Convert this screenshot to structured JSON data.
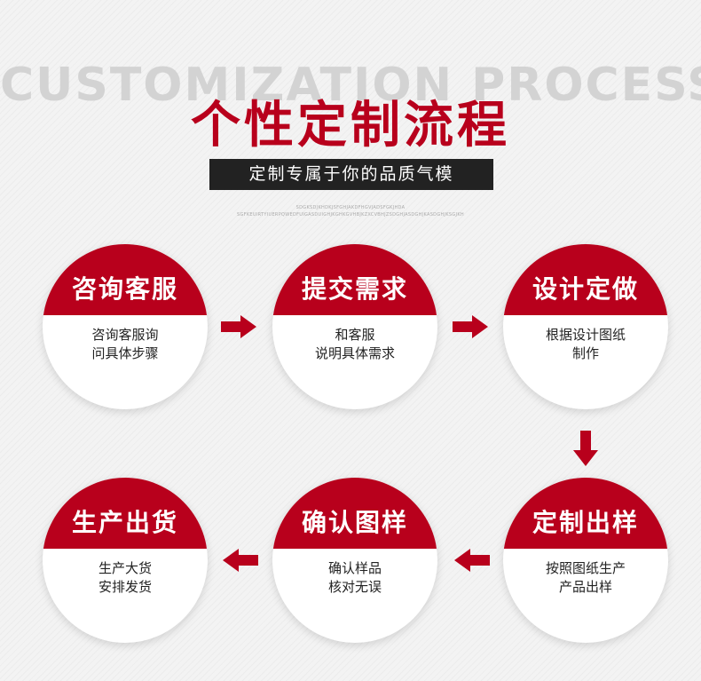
{
  "header": {
    "bg_title": "CUSTOMIZATION PROCESS",
    "title": "个性定制流程",
    "subtitle": "定制专属于你的品质气模",
    "tiny_line_1": "SDGKSDJKHDKJSFGHJAKDFHGVJADSFGKJHDA",
    "tiny_line_2": "SGFKEUIRTYIUERPQWEDFUIGASDUIGHJKGHKGVHBJKZXCVBHJZSDGHJASDGHJKASDGHJKSGJKH"
  },
  "steps": [
    {
      "title": "咨询客服",
      "desc_1": "咨询客服询",
      "desc_2": "问具体步骤"
    },
    {
      "title": "提交需求",
      "desc_1": "和客服",
      "desc_2": "说明具体需求"
    },
    {
      "title": "设计定做",
      "desc_1": "根据设计图纸",
      "desc_2": "制作"
    },
    {
      "title": "定制出样",
      "desc_1": "按照图纸生产",
      "desc_2": "产品出样"
    },
    {
      "title": "确认图样",
      "desc_1": "确认样品",
      "desc_2": "核对无误"
    },
    {
      "title": "生产出货",
      "desc_1": "生产大货",
      "desc_2": "安排发货"
    }
  ],
  "colors": {
    "accent": "#b8001c",
    "subtitle_bg": "#222222",
    "background": "#f3f3f3"
  },
  "icons": [
    "arrow-right-icon",
    "arrow-down-icon",
    "arrow-left-icon"
  ]
}
